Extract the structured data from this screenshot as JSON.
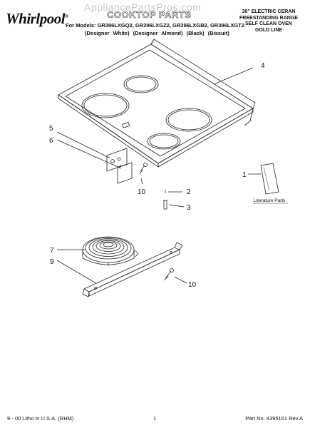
{
  "header": {
    "logo": "Whirlpool",
    "logo_mark": "®",
    "watermark": "AppliancePartsPros.com",
    "title": "COOKTOP PARTS",
    "models_line": "For Models: GR396LXGQ2, GR396LXGZ2, GR396LXGB2, GR396LXGT2",
    "variants": [
      "(Designer White)",
      "(Designer Almond)",
      "(Black)",
      "(Biscuit)"
    ],
    "product_lines": [
      "30\" ELECTRIC CERAN",
      "FREESTANDING RANGE",
      "SELF CLEAN OVEN",
      "GOLD LINE"
    ]
  },
  "callouts": {
    "c1": "1",
    "c2": "2",
    "c3": "3",
    "c4": "4",
    "c5": "5",
    "c6": "6",
    "c7": "7",
    "c9": "9",
    "c10a": "10",
    "c10b": "10"
  },
  "literature_label": "Literature Parts",
  "footer": {
    "left": "9 - 00 Litho in U.S.A. (RHM)",
    "page": "1",
    "part_no": "Part No. 4395161 Rev.A"
  }
}
